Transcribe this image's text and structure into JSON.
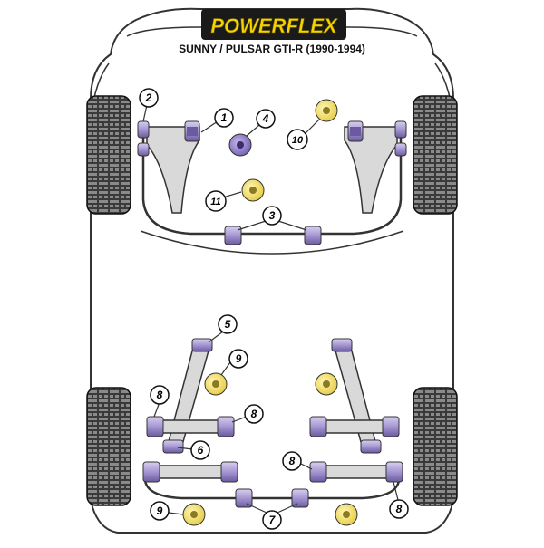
{
  "header": {
    "brand": "POWERFLEX",
    "subtitle": "SUNNY / PULSAR GTI-R (1990-1994)"
  },
  "callouts": {
    "c1": "1",
    "c2": "2",
    "c3": "3",
    "c4": "4",
    "c5": "5",
    "c6": "6",
    "c7": "7",
    "c8a": "8",
    "c8b": "8",
    "c8c": "8",
    "c8d": "8",
    "c9a": "9",
    "c9b": "9",
    "c10": "10",
    "c11": "11"
  },
  "colors": {
    "bushing": "#a99bd0",
    "bushing_dark": "#5a4a8a",
    "yellow_bush": "#f2e27a",
    "arm": "#d9d9d9",
    "tyre": "#2b2b2b",
    "outline": "#222222",
    "brand_yellow": "#f5d400"
  }
}
